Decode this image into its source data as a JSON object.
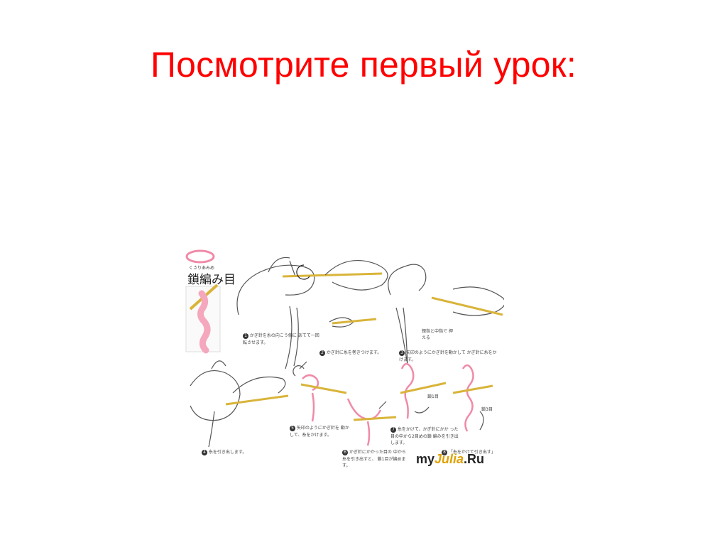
{
  "slide": {
    "title": "Посмотрите первый урок:"
  },
  "figure": {
    "header_reading": "くさりあみめ",
    "header_title": "鎖編み目",
    "watermark_prefix": "my",
    "watermark_accent": "Julia",
    "watermark_suffix": ".Ru",
    "steps": [
      {
        "num": "1",
        "text": "かぎ針を糸の向こう側に あてて一回転させます。"
      },
      {
        "num": "2",
        "text": "かぎ針に糸を巻きつけます。"
      },
      {
        "num": "3",
        "text": "矢印のようにかぎ針を動かして かぎ針に糸をかけます。"
      },
      {
        "num": "4",
        "text": "糸を引き出します。"
      },
      {
        "num": "5",
        "text": "矢印のようにかぎ針を 動かして、糸をかけます。"
      },
      {
        "num": "6",
        "text": "かぎ針にかかった目の 中から糸を引き出すと、 鎖1目が編めます。"
      },
      {
        "num": "7",
        "text": "糸をかけて、かぎ針にかか った目の中から2目めの鎖 編みを引き出します。"
      },
      {
        "num": "8",
        "text": "「糸をかけて引き出す」"
      }
    ],
    "labels": {
      "thumb_note": "親指と中指で 押える",
      "stitch1": "鎖1目",
      "stitch3": "鎖3目"
    }
  },
  "colors": {
    "title": "#ff0000",
    "yarn": "#f4a7bd",
    "hook": "#d9b43a"
  }
}
